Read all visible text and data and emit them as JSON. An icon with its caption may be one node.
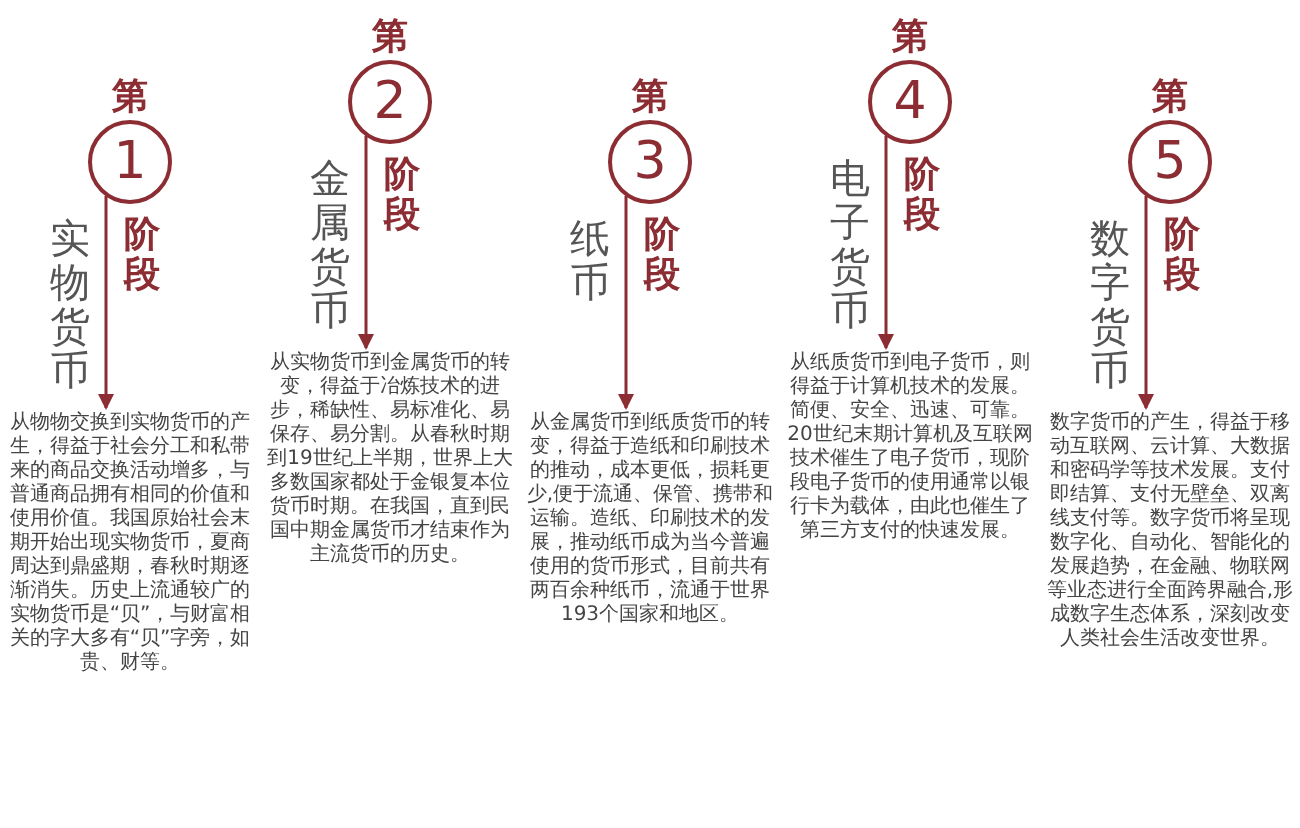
{
  "diagram": {
    "nodes": [
      {
        "text": [
          "1"
        ],
        "beside": [
          "第",
          "阶段",
          "实物货币"
        ]
      },
      {
        "text": [
          "从物物交换到实物货币的产生，得益于社会分工和私带来的商品交换活动增多，与普通商品拥有相同的价值和使用价值。我国原始社会末期开始出现实物货币，夏商周达到鼎盛期，春秋时期逐渐消失。历史上流通较广的实物货币是“贝”，与财富相关的字大多有“贝”字旁，如贵、财等。"
        ]
      },
      {
        "text": [
          "2"
        ],
        "beside": [
          "第",
          "阶段",
          "金属货币"
        ]
      },
      {
        "text": [
          "从实物货币到金属货币的转变，得益于冶炼技术的进步，稀缺性、易标准化、易保存、易分割。从春秋时期到19世纪上半期，世界上大多数国家都处于金银复本位货币时期。在我国，直到民国中期金属货币才结束作为主流货币的历史。"
        ]
      },
      {
        "text": [
          "3"
        ],
        "beside": [
          "第",
          "阶段",
          "纸币"
        ]
      },
      {
        "text": [
          "从金属货币到纸质货币的转变，得益于造纸和印刷技术的推动，成本更低，损耗更少,便于流通、保管、携带和运输。造纸、印刷技术的发展，推动纸币成为当今普遍使用的货币形式，目前共有两百余种纸币，流通于世界193个国家和地区。"
        ]
      },
      {
        "text": [
          "4"
        ],
        "beside": [
          "第",
          "阶段",
          "电子货币"
        ]
      },
      {
        "text": [
          "从纸质货币到电子货币，则得益于计算机技术的发展。简便、安全、迅速、可靠。20世纪末期计算机及互联网技术催生了电子货币，现阶段电子货币的使用通常以银行卡为载体，由此也催生了第三方支付的快速发展。"
        ]
      },
      {
        "text": [
          "5"
        ],
        "beside": [
          "第",
          "阶段",
          "数字货币"
        ]
      },
      {
        "text": [
          "数字货币的产生，得益于移动互联网、云计算、大数据和密码学等技术发展。支付即结算、支付无壁垒、双离线支付等。数字货币将呈现数字化、自动化、智能化的发展趋势，在金融、物联网等业态进行全面跨界融合,形成数字生态体系，深刻改变人类社会生活改变世界。"
        ]
      }
    ],
    "edges": [
      {
        "from": 0,
        "to": 1,
        "arrow": "to"
      },
      {
        "from": 2,
        "to": 3,
        "arrow": "to"
      },
      {
        "from": 4,
        "to": 5,
        "arrow": "to"
      },
      {
        "from": 6,
        "to": 7,
        "arrow": "to"
      },
      {
        "from": 8,
        "to": 9,
        "arrow": "to"
      }
    ]
  }
}
